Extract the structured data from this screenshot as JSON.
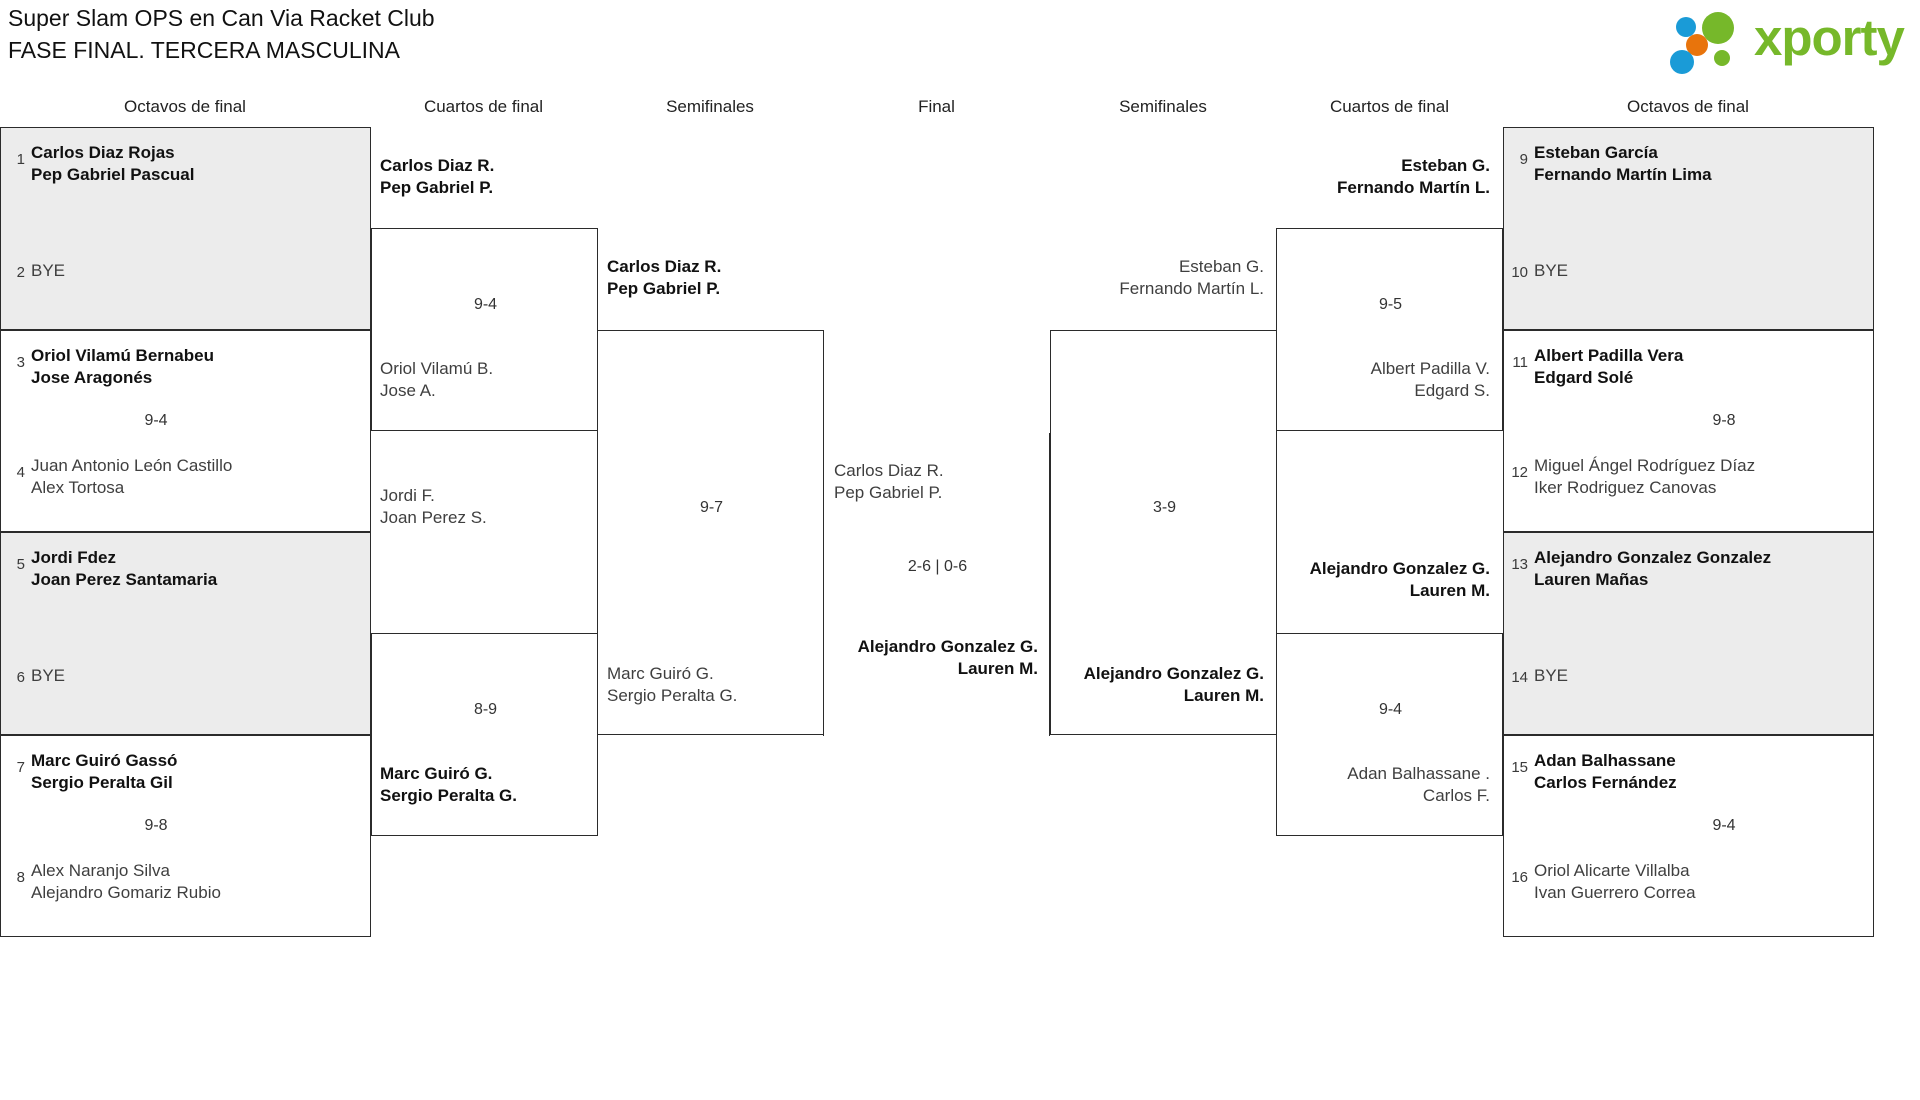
{
  "header": {
    "title_line1": "Super Slam OPS en Can Via Racket Club",
    "title_line2": "FASE FINAL. TERCERA MASCULINA",
    "logo_text": "xporty",
    "logo_colors": {
      "green": "#76b82a",
      "blue": "#1a9bd7",
      "orange": "#e8740c"
    }
  },
  "round_headers": {
    "left_octavos": "Octavos de final",
    "left_cuartos": "Cuartos de final",
    "left_semis": "Semifinales",
    "final": "Final",
    "right_semis": "Semifinales",
    "right_cuartos": "Cuartos de final",
    "right_octavos": "Octavos de final"
  },
  "chart_data": {
    "type": "bracket",
    "title": "Super Slam OPS en Can Via Racket Club — FASE FINAL. TERCERA MASCULINA",
    "rounds": [
      "Octavos de final",
      "Cuartos de final",
      "Semifinales",
      "Final"
    ],
    "bye_label": "BYE"
  },
  "left": {
    "octavos": [
      {
        "seed_top": "1",
        "top_name1": "Carlos Diaz Rojas",
        "top_name2": "Pep Gabriel Pascual",
        "seed_bottom": "2",
        "bottom_name1": "BYE",
        "bottom_name2": "",
        "score": "",
        "winner": "top",
        "shaded": true
      },
      {
        "seed_top": "3",
        "top_name1": "Oriol Vilamú Bernabeu",
        "top_name2": "Jose Aragonés",
        "seed_bottom": "4",
        "bottom_name1": "Juan Antonio León Castillo",
        "bottom_name2": "Alex Tortosa",
        "score": "9-4",
        "winner": "top",
        "shaded": false
      },
      {
        "seed_top": "5",
        "top_name1": "Jordi Fdez",
        "top_name2": "Joan Perez Santamaria",
        "seed_bottom": "6",
        "bottom_name1": "BYE",
        "bottom_name2": "",
        "score": "",
        "winner": "top",
        "shaded": true
      },
      {
        "seed_top": "7",
        "top_name1": "Marc Guiró Gassó",
        "top_name2": "Sergio Peralta Gil",
        "seed_bottom": "8",
        "bottom_name1": "Alex Naranjo Silva",
        "bottom_name2": "Alejandro Gomariz Rubio",
        "score": "9-8",
        "winner": "top",
        "shaded": false
      }
    ],
    "cuartos": [
      {
        "top_name1": "Carlos Diaz R.",
        "top_name2": "Pep Gabriel P.",
        "bottom_name1": "Oriol Vilamú B.",
        "bottom_name2": "Jose A.",
        "score": "9-4",
        "winner": "top"
      },
      {
        "top_name1": "Jordi F.",
        "top_name2": "Joan Perez S.",
        "bottom_name1": "Marc Guiró G.",
        "bottom_name2": "Sergio Peralta G.",
        "score": "8-9",
        "winner": "bottom"
      }
    ],
    "semis": [
      {
        "top_name1": "Carlos Diaz R.",
        "top_name2": "Pep Gabriel P.",
        "bottom_name1": "Marc Guiró G.",
        "bottom_name2": "Sergio Peralta G.",
        "score": "9-7",
        "winner": "top"
      }
    ]
  },
  "final": {
    "top_name1": "Carlos Diaz R.",
    "top_name2": "Pep Gabriel P.",
    "bottom_name1": "Alejandro Gonzalez G.",
    "bottom_name2": "Lauren M.",
    "score": "2-6 | 0-6",
    "winner": "bottom"
  },
  "right": {
    "semis": [
      {
        "top_name1": "Esteban G.",
        "top_name2": "Fernando Martín L.",
        "bottom_name1": "Alejandro Gonzalez G.",
        "bottom_name2": "Lauren M.",
        "score": "3-9",
        "winner": "bottom"
      }
    ],
    "cuartos": [
      {
        "top_name1": "Esteban G.",
        "top_name2": "Fernando Martín L.",
        "bottom_name1": "Albert Padilla V.",
        "bottom_name2": "Edgard S.",
        "score": "9-5",
        "winner": "top"
      },
      {
        "top_name1": "Alejandro Gonzalez G.",
        "top_name2": "Lauren M.",
        "bottom_name1": "Adan Balhassane .",
        "bottom_name2": "Carlos F.",
        "score": "9-4",
        "winner": "top"
      }
    ],
    "octavos": [
      {
        "seed_top": "9",
        "top_name1": "Esteban García",
        "top_name2": "Fernando Martín Lima",
        "seed_bottom": "10",
        "bottom_name1": "BYE",
        "bottom_name2": "",
        "score": "",
        "winner": "top",
        "shaded": true
      },
      {
        "seed_top": "11",
        "top_name1": "Albert Padilla Vera",
        "top_name2": "Edgard Solé",
        "seed_bottom": "12",
        "bottom_name1": "Miguel Ángel Rodríguez Díaz",
        "bottom_name2": "Iker Rodriguez Canovas",
        "score": "9-8",
        "winner": "top",
        "shaded": false
      },
      {
        "seed_top": "13",
        "top_name1": "Alejandro Gonzalez Gonzalez",
        "top_name2": "Lauren Mañas",
        "seed_bottom": "14",
        "bottom_name1": "BYE",
        "bottom_name2": "",
        "score": "",
        "winner": "top",
        "shaded": true
      },
      {
        "seed_top": "15",
        "top_name1": "Adan Balhassane",
        "top_name2": "Carlos Fernández",
        "seed_bottom": "16",
        "bottom_name1": "Oriol Alicarte Villalba",
        "bottom_name2": "Ivan Guerrero Correa",
        "score": "9-4",
        "winner": "top",
        "shaded": false
      }
    ]
  }
}
